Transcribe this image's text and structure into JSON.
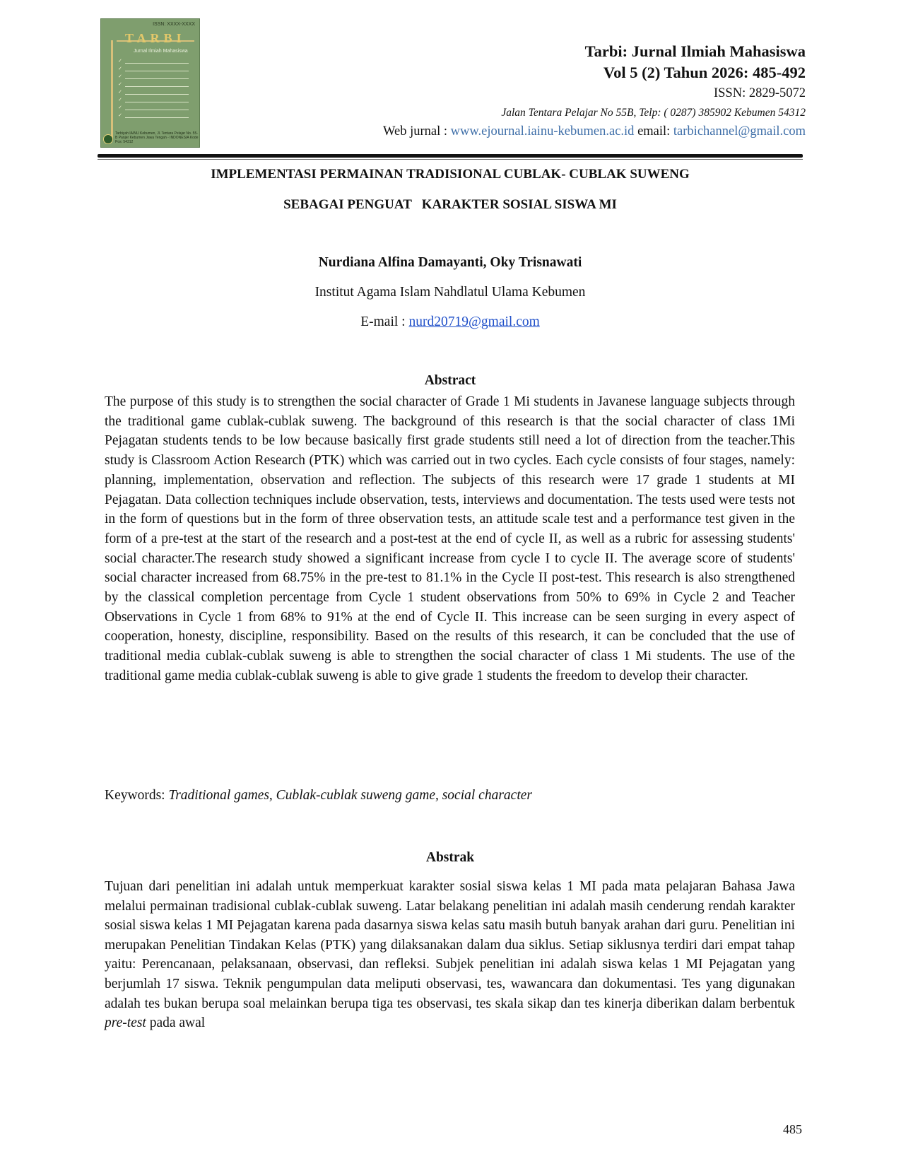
{
  "cover": {
    "issn_tag": "ISSN: XXXX-XXXX",
    "logo": "TARBI",
    "subtitle": "Jurnal Ilmiah Mahasiswa",
    "footer": "Tarbiyah IAINU Kebumen, Jl. Tentara Pelajar No. 55-B Panjer Kebumen Jawa Tengah - INDONESIA Kode Pos: 54312"
  },
  "header": {
    "journal_name": "Tarbi: Jurnal Ilmiah Mahasiswa",
    "volume": "Vol 5 (2) Tahun 2026: 485-492",
    "issn": "ISSN:  2829-5072",
    "address": "Jalan Tentara Pelajar No 55B, Telp: ( 0287) 385902 Kebumen 54312",
    "web_label": "Web jurnal : ",
    "web_url": "www.ejournal.iainu-kebumen.ac.id",
    "email_label": " email: ",
    "email": "tarbichannel@gmail.com"
  },
  "article": {
    "title_line1": "IMPLEMENTASI PERMAINAN TRADISIONAL CUBLAK- CUBLAK SUWENG",
    "title_line2": "SEBAGAI PENGUAT   KARAKTER SOSIAL SISWA MI",
    "authors": "Nurdiana Alfina Damayanti, Oky Trisnawati",
    "institution": "Institut Agama Islam Nahdlatul Ulama Kebumen",
    "email_label": "E-mail : ",
    "email": "nurd20719@gmail.com"
  },
  "abstract_en": {
    "heading": "Abstract",
    "text": "The purpose of this study is to strengthen the social character of Grade 1 Mi students in Javanese language subjects through the traditional game cublak-cublak suweng. The background of this research is that the social character of class 1Mi Pejagatan students tends to be low because basically first grade students still need a lot of direction from the teacher.This study is Classroom Action Research (PTK) which was carried out in two cycles. Each cycle consists of four stages, namely: planning, implementation, observation and reflection. The subjects of this research were 17 grade 1 students at MI Pejagatan. Data collection techniques include observation, tests, interviews and documentation. The tests used were tests not in the form of questions but in the form of three observation tests, an attitude scale test and a performance test given in the form of a pre-test at the start of the research and a post-test at the end of cycle II, as well as a rubric for assessing students' social character.The research study showed a significant increase from cycle I to cycle II. The average score of students' social character increased from 68.75% in the pre-test to 81.1% in the Cycle II post-test. This research is also strengthened by the classical completion percentage from Cycle 1 student observations from 50% to 69% in Cycle 2 and Teacher Observations in Cycle 1 from 68% to 91% at the end of Cycle II. This increase can be seen surging in every aspect of cooperation, honesty, discipline, responsibility. Based on the results of this research, it can be concluded that the use of traditional media cublak-cublak suweng is able to strengthen the social character of class 1 Mi students. The use of the traditional game media cublak-cublak suweng is able to give grade 1 students the freedom to develop their character.",
    "keywords_label": "Keywords: ",
    "keywords": "Traditional games, Cublak-cublak suweng game, social character"
  },
  "abstract_id": {
    "heading": "Abstrak",
    "text_before_italic": "Tujuan dari penelitian ini adalah untuk memperkuat karakter sosial siswa kelas 1 MI pada mata pelajaran Bahasa Jawa melalui permainan tradisional cublak-cublak suweng. Latar belakang penelitian ini adalah masih cenderung rendah karakter sosial siswa kelas 1 MI Pejagatan karena pada dasarnya siswa kelas satu masih butuh banyak arahan dari guru. Penelitian ini merupakan Penelitian Tindakan Kelas (PTK) yang dilaksanakan dalam dua siklus. Setiap siklusnya terdiri dari empat tahap yaitu: Perencanaan, pelaksanaan, observasi, dan refleksi. Subjek penelitian ini adalah siswa kelas 1 MI Pejagatan yang berjumlah 17 siswa. Teknik pengumpulan data meliputi observasi, tes, wawancara dan dokumentasi. Tes yang digunakan adalah tes bukan berupa soal melainkan berupa tiga tes observasi, tes skala sikap dan tes kinerja diberikan dalam berbentuk ",
    "italic": "pre-test",
    "text_after_italic": " pada awal"
  },
  "page_number": "485"
}
